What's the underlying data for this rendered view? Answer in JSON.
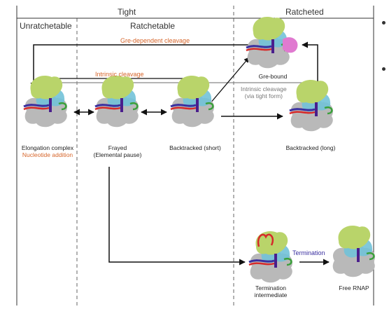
{
  "headers": {
    "tight": "Tight",
    "ratcheted": "Ratcheted",
    "unratchetable": "Unratchetable",
    "ratchetable": "Ratchetable"
  },
  "arrows": {
    "gre_dependent_cleavage": "Gre-dependent cleavage",
    "intrinsic_cleavage": "Intrinsic cleavage",
    "intrinsic_cleavage_tight_1": "Intrinsic cleavage",
    "intrinsic_cleavage_tight_2": "(via tight form)",
    "termination": "Termination"
  },
  "states": {
    "elongation_1": "Elongation complex",
    "elongation_2": "Nucleotide addition",
    "frayed_1": "Frayed",
    "frayed_2": "(Elemental pause)",
    "backtracked_short": "Backtracked (short)",
    "gre_bound": "Gre-bound",
    "backtracked_long": "Backtracked (long)",
    "termination_1": "Termination",
    "termination_2": "intermediate",
    "free_rnap": "Free RNAP"
  },
  "colors": {
    "orange": "#d6652a",
    "gray_text": "#777777",
    "purple": "#3a2fa0",
    "rnap_green": "#b9d46a",
    "rnap_gray": "#b9b9b9",
    "rnap_blue": "#72c2d8",
    "gre_pink": "#e07ad0"
  }
}
